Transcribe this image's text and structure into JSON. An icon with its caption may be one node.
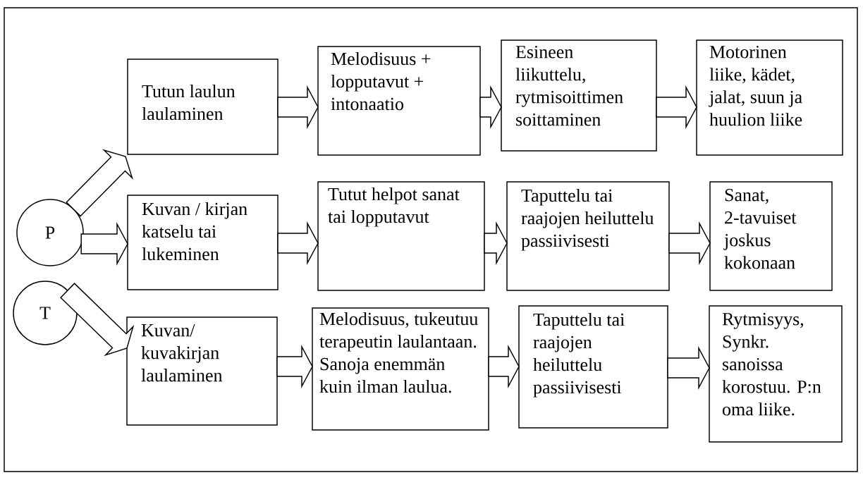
{
  "diagram": {
    "nodes": [
      {
        "text": [
          "P"
        ]
      },
      {
        "text": [
          "T"
        ]
      },
      {
        "text": [
          "Tutun laulun laulaminen"
        ]
      },
      {
        "text": [
          "Melodisuus + lopputavut + intonaatio"
        ]
      },
      {
        "text": [
          "Esineen liikuttelu, rytmisoittimen soittaminen"
        ]
      },
      {
        "text": [
          "Motorinen liike, kädet, jalat, suun ja huulion liike"
        ]
      },
      {
        "text": [
          "Kuvan / kirjan katselu tai lukeminen"
        ]
      },
      {
        "text": [
          "Tutut helpot sanat tai lopputavut"
        ]
      },
      {
        "text": [
          "Taputtelu tai raajojen heiluttelu passiivisesti"
        ]
      },
      {
        "text": [
          "Sanat, 2-tavuiset joskus kokonaan"
        ]
      },
      {
        "text": [
          "Kuvan/ kuvakirjan laulaminen"
        ]
      },
      {
        "text": [
          "Melodisuus, tukeutuu terapeutin laulantaan. Sanoja enemmän kuin ilman laulua."
        ]
      },
      {
        "text": [
          "Taputtelu tai raajojen heiluttelu passiivisesti"
        ]
      },
      {
        "text": [
          "Rytmisyys, Synkr. sanoissa korostuu. P:n oma liike."
        ]
      }
    ],
    "edges": [
      {
        "from": 0,
        "to": 2,
        "arrow": "to"
      },
      {
        "from": 0,
        "to": 6,
        "arrow": "to"
      },
      {
        "from": 1,
        "to": 10,
        "arrow": "to"
      },
      {
        "from": 2,
        "to": 3,
        "arrow": "to"
      },
      {
        "from": 3,
        "to": 4,
        "arrow": "to"
      },
      {
        "from": 4,
        "to": 5,
        "arrow": "to"
      },
      {
        "from": 6,
        "to": 7,
        "arrow": "to"
      },
      {
        "from": 7,
        "to": 8,
        "arrow": "to"
      },
      {
        "from": 8,
        "to": 9,
        "arrow": "to"
      },
      {
        "from": 10,
        "to": 11,
        "arrow": "to"
      },
      {
        "from": 11,
        "to": 12,
        "arrow": "to"
      },
      {
        "from": 12,
        "to": 13,
        "arrow": "to"
      }
    ]
  }
}
